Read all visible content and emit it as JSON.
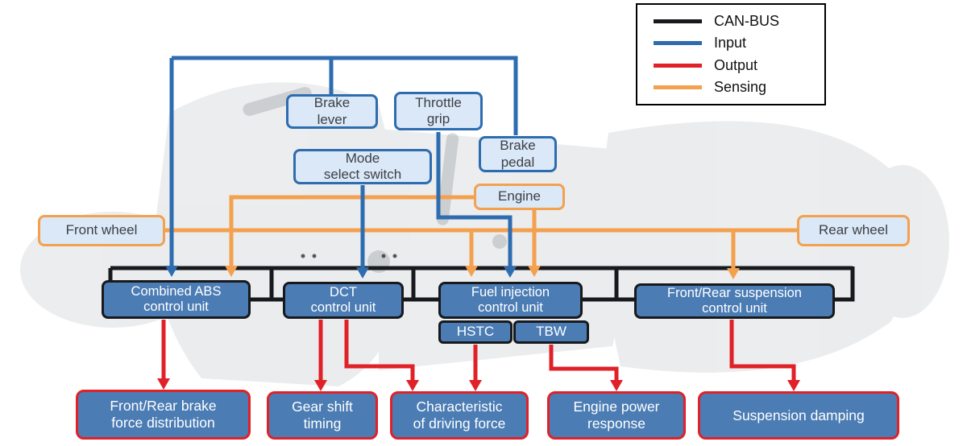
{
  "legend": {
    "items": [
      {
        "label": "CAN-BUS",
        "color": "#17191c"
      },
      {
        "label": "Input",
        "color": "#2e6cb0"
      },
      {
        "label": "Output",
        "color": "#e02128"
      },
      {
        "label": "Sensing",
        "color": "#f3a14e"
      }
    ]
  },
  "nodes": {
    "brake_lever": {
      "line1": "Brake",
      "line2": "lever"
    },
    "throttle_grip": {
      "line1": "Throttle",
      "line2": "grip"
    },
    "mode_select": {
      "line1": "Mode",
      "line2": "select switch"
    },
    "brake_pedal": {
      "line1": "Brake",
      "line2": "pedal"
    },
    "engine": {
      "line1": "Engine"
    },
    "front_wheel": {
      "line1": "Front wheel"
    },
    "rear_wheel": {
      "line1": "Rear wheel"
    },
    "abs_unit": {
      "line1": "Combined ABS",
      "line2": "control unit"
    },
    "dct_unit": {
      "line1": "DCT",
      "line2": "control unit"
    },
    "fi_unit": {
      "line1": "Fuel injection",
      "line2": "control unit"
    },
    "hstc": {
      "line1": "HSTC"
    },
    "tbw": {
      "line1": "TBW"
    },
    "suspension_unit": {
      "line1": "Front/Rear suspension",
      "line2": "control unit"
    },
    "brake_force": {
      "line1": "Front/Rear brake",
      "line2": "force distribution"
    },
    "gear_shift": {
      "line1": "Gear shift",
      "line2": "timing"
    },
    "driving_force": {
      "line1": "Characteristic",
      "line2": "of driving force"
    },
    "engine_power": {
      "line1": "Engine power",
      "line2": "response"
    },
    "suspension_damping": {
      "line1": "Suspension damping"
    }
  },
  "connections": [
    {
      "from": "Brake lever",
      "to": "Combined ABS control unit",
      "type": "input"
    },
    {
      "from": "Brake pedal",
      "to": "Combined ABS control unit",
      "type": "input"
    },
    {
      "from": "Mode select switch",
      "to": "DCT control unit",
      "type": "input"
    },
    {
      "from": "Throttle grip",
      "to": "Fuel injection control unit",
      "type": "input"
    },
    {
      "from": "Front wheel",
      "to": "Combined ABS control unit",
      "type": "sensing"
    },
    {
      "from": "Front wheel",
      "to": "Fuel injection control unit",
      "type": "sensing"
    },
    {
      "from": "Rear wheel",
      "to": "Front/Rear suspension control unit",
      "type": "sensing"
    },
    {
      "from": "Engine",
      "to": "Combined ABS control unit",
      "type": "sensing"
    },
    {
      "from": "Engine",
      "to": "Fuel injection control unit",
      "type": "sensing"
    },
    {
      "from": "Combined ABS control unit",
      "to": "Front/Rear brake force distribution",
      "type": "output"
    },
    {
      "from": "DCT control unit",
      "to": "Gear shift timing",
      "type": "output"
    },
    {
      "from": "DCT control unit",
      "to": "Characteristic of driving force",
      "type": "output"
    },
    {
      "from": "Fuel injection control unit",
      "to": "Characteristic of driving force",
      "type": "output"
    },
    {
      "from": "Fuel injection control unit",
      "to": "Engine power response",
      "type": "output"
    },
    {
      "from": "Front/Rear suspension control unit",
      "to": "Suspension damping",
      "type": "output"
    },
    {
      "type": "canbus",
      "connects": [
        "Combined ABS control unit",
        "DCT control unit",
        "Fuel injection control unit",
        "Front/Rear suspension control unit"
      ]
    }
  ],
  "colors": {
    "canbus": "#17191c",
    "input": "#2e6cb0",
    "output": "#e02128",
    "sensing": "#f3a14e",
    "node_fill_light": "#dbe8f7",
    "node_fill_dark": "#4b7cb4"
  }
}
